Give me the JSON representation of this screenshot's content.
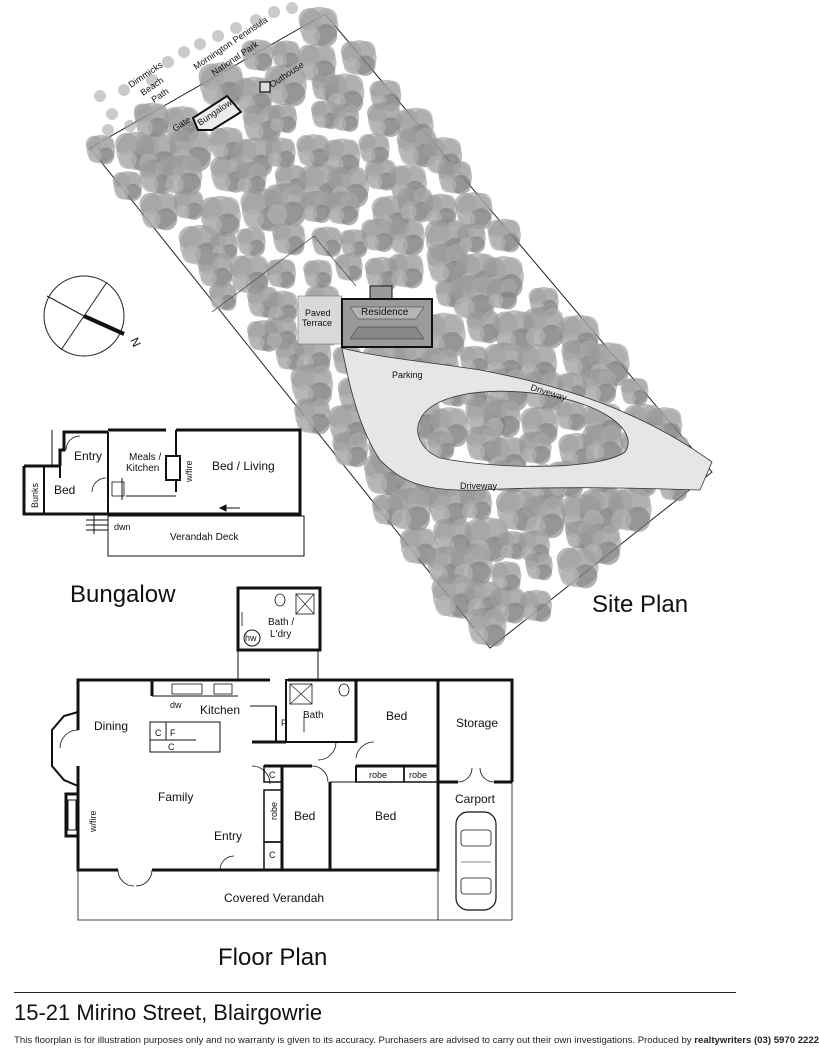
{
  "titles": {
    "site_plan": "Site Plan",
    "bungalow": "Bungalow",
    "floor_plan": "Floor Plan"
  },
  "compass": {
    "label": "N"
  },
  "site_plan": {
    "labels": {
      "dimmicks_1": "Dimmicks",
      "dimmicks_2": "Beach",
      "dimmicks_3": "Path",
      "park_1": "Mornington Peninsula",
      "park_2": "National Park",
      "gate": "Gate",
      "bungalow": "Bungalow",
      "outhouse": "Outhouse",
      "paved_1": "Paved",
      "paved_2": "Terrace",
      "residence": "Residence",
      "parking": "Parking",
      "driveway_top": "Driveway",
      "driveway_bottom": "Driveway"
    }
  },
  "bungalow_plan": {
    "rooms": {
      "entry": "Entry",
      "meals_1": "Meals /",
      "meals_2": "Kitchen",
      "bed_living": "Bed / Living",
      "wfire": "w/fire",
      "bunks": "Bunks",
      "bed": "Bed",
      "dwn": "dwn",
      "verandah_deck": "Verandah Deck"
    }
  },
  "floor_plan": {
    "rooms": {
      "bath_ldry_1": "Bath /",
      "bath_ldry_2": "L'dry",
      "hw": "hw",
      "dw": "dw",
      "kitchen": "Kitchen",
      "dining": "Dining",
      "cupboard_c1": "C",
      "cupboard_f": "F",
      "cupboard_c2": "C",
      "pantry": "P",
      "bath": "Bath",
      "bed_north": "Bed",
      "storage": "Storage",
      "family": "Family",
      "wfire": "w/fire",
      "robe_left": "robe",
      "robe_mid": "robe",
      "robe_right": "robe",
      "bed_small": "Bed",
      "bed_large": "Bed",
      "carport": "Carport",
      "cupboard_c3": "C",
      "cupboard_c4": "C",
      "entry": "Entry",
      "covered_verandah": "Covered Verandah"
    }
  },
  "footer": {
    "address": "15-21 Mirino Street, Blairgowrie",
    "disclaimer": "This floorplan is for illustration purposes only and no warranty is given to its accuracy. Purchasers are advised to carry out their own investigations. Produced by",
    "producer": "realtywriters (03) 5970 2222"
  },
  "colors": {
    "tree": "#8c8c8c",
    "driveway": "#e6e6e6",
    "residence": "#9a9a9a",
    "wall": "#111111"
  }
}
